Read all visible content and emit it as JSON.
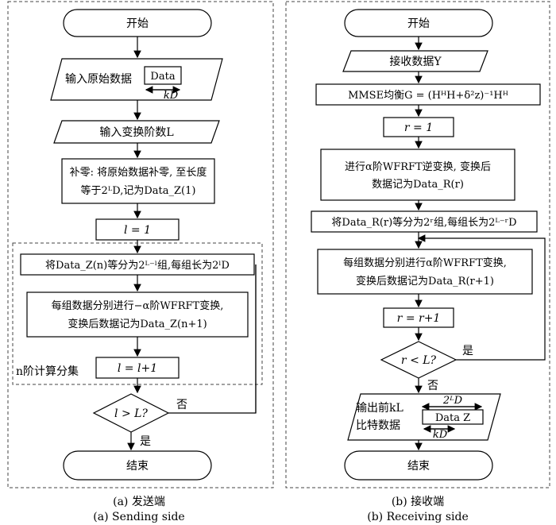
{
  "left": {
    "start": "开始",
    "input_raw_data": "输入原始数据",
    "data_label": "Data",
    "kd_label": "kD",
    "input_order": "输入变换阶数L",
    "zero_pad_line1": "补零: 将原始数据补零, 至长度",
    "zero_pad_line2": "等于2ᴸD,记为Data_Z(1)",
    "l_init": "l = 1",
    "split_groups": "将Data_Z(n)等分为2ᴸ⁻ˡ组,每组长为2ˡD",
    "transform_line1": "每组数据分别进行−α阶WFRFT变换,",
    "transform_line2": "变换后数据记为Data_Z(n+1)",
    "subset_label": "n阶计算分集",
    "l_increment": "l = l+1",
    "condition": "l > L?",
    "no": "否",
    "yes": "是",
    "end": "结束",
    "caption_cn": "(a) 发送端",
    "caption_en": "(a) Sending side"
  },
  "right": {
    "start": "开始",
    "receive": "接收数据Y",
    "mmse": "MMSE均衡G = (HᴴH+δ²z)⁻¹Hᴴ",
    "r_init": "r = 1",
    "inverse_line1": "进行α阶WFRFT逆变换, 变换后",
    "inverse_line2": "数据记为Data_R(r)",
    "split_groups": "将Data_R(r)等分为2ʳ组,每组长为2ᴸ⁻ʳD",
    "transform_line1": "每组数据分别进行α阶WFRFT变换,",
    "transform_line2": "变换后数据记为Data_R(r+1)",
    "r_increment": "r = r+1",
    "condition": "r < L?",
    "yes": "是",
    "no": "否",
    "output_line1": "输出前kL",
    "output_line2": "比特数据",
    "out_2ld": "2ᴸD",
    "out_data_z": "Data Z",
    "out_kd": "kD",
    "end": "结束",
    "caption_cn": "(b) 接收端",
    "caption_en": "(b) Receiving side"
  }
}
